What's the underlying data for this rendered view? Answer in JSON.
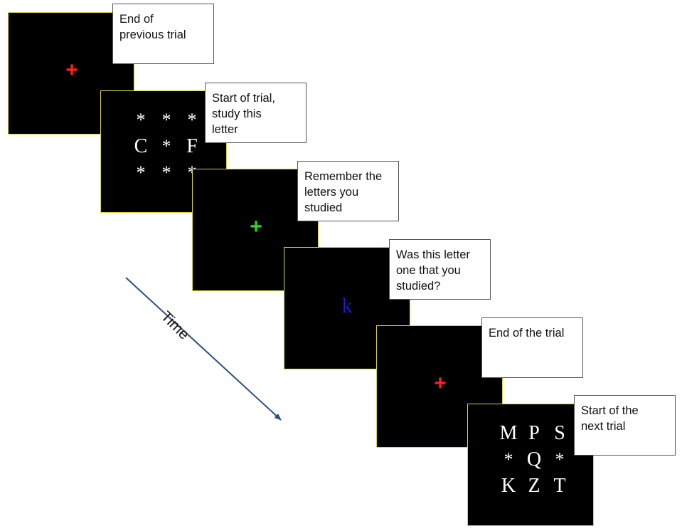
{
  "panels": [
    {
      "label_lines": [
        "End of",
        "previous trial"
      ],
      "display": {
        "kind": "fixation",
        "glyph": "+",
        "color": "#ff2020"
      }
    },
    {
      "label_lines": [
        "Start of trial,",
        "study this",
        "letter"
      ],
      "display": {
        "kind": "grid",
        "rows": [
          [
            "*",
            "*",
            "*"
          ],
          [
            "C",
            "*",
            "F"
          ],
          [
            "*",
            "*",
            "*"
          ]
        ]
      }
    },
    {
      "label_lines": [
        "Remember the",
        "letters you",
        "studied"
      ],
      "display": {
        "kind": "fixation",
        "glyph": "+",
        "color": "#22dd22"
      }
    },
    {
      "label_lines": [
        "Was this letter",
        "one that you",
        "studied?"
      ],
      "display": {
        "kind": "probe",
        "glyph": "k",
        "color": "#1a1ad0"
      }
    },
    {
      "label_lines": [
        "End of the trial"
      ],
      "display": {
        "kind": "fixation",
        "glyph": "+",
        "color": "#ff2020"
      }
    },
    {
      "label_lines": [
        "Start of the",
        "next trial"
      ],
      "display": {
        "kind": "grid",
        "rows": [
          [
            "M",
            "P",
            "S"
          ],
          [
            "*",
            "Q",
            "*"
          ],
          [
            "K",
            "Z",
            "T"
          ]
        ]
      }
    }
  ],
  "time_axis": {
    "label": "Time",
    "arrow_color": "#2b4f7e"
  },
  "colors": {
    "screen_background": "#000000",
    "screen_border": "#d8d24a",
    "grid_text": "#ffffff"
  }
}
